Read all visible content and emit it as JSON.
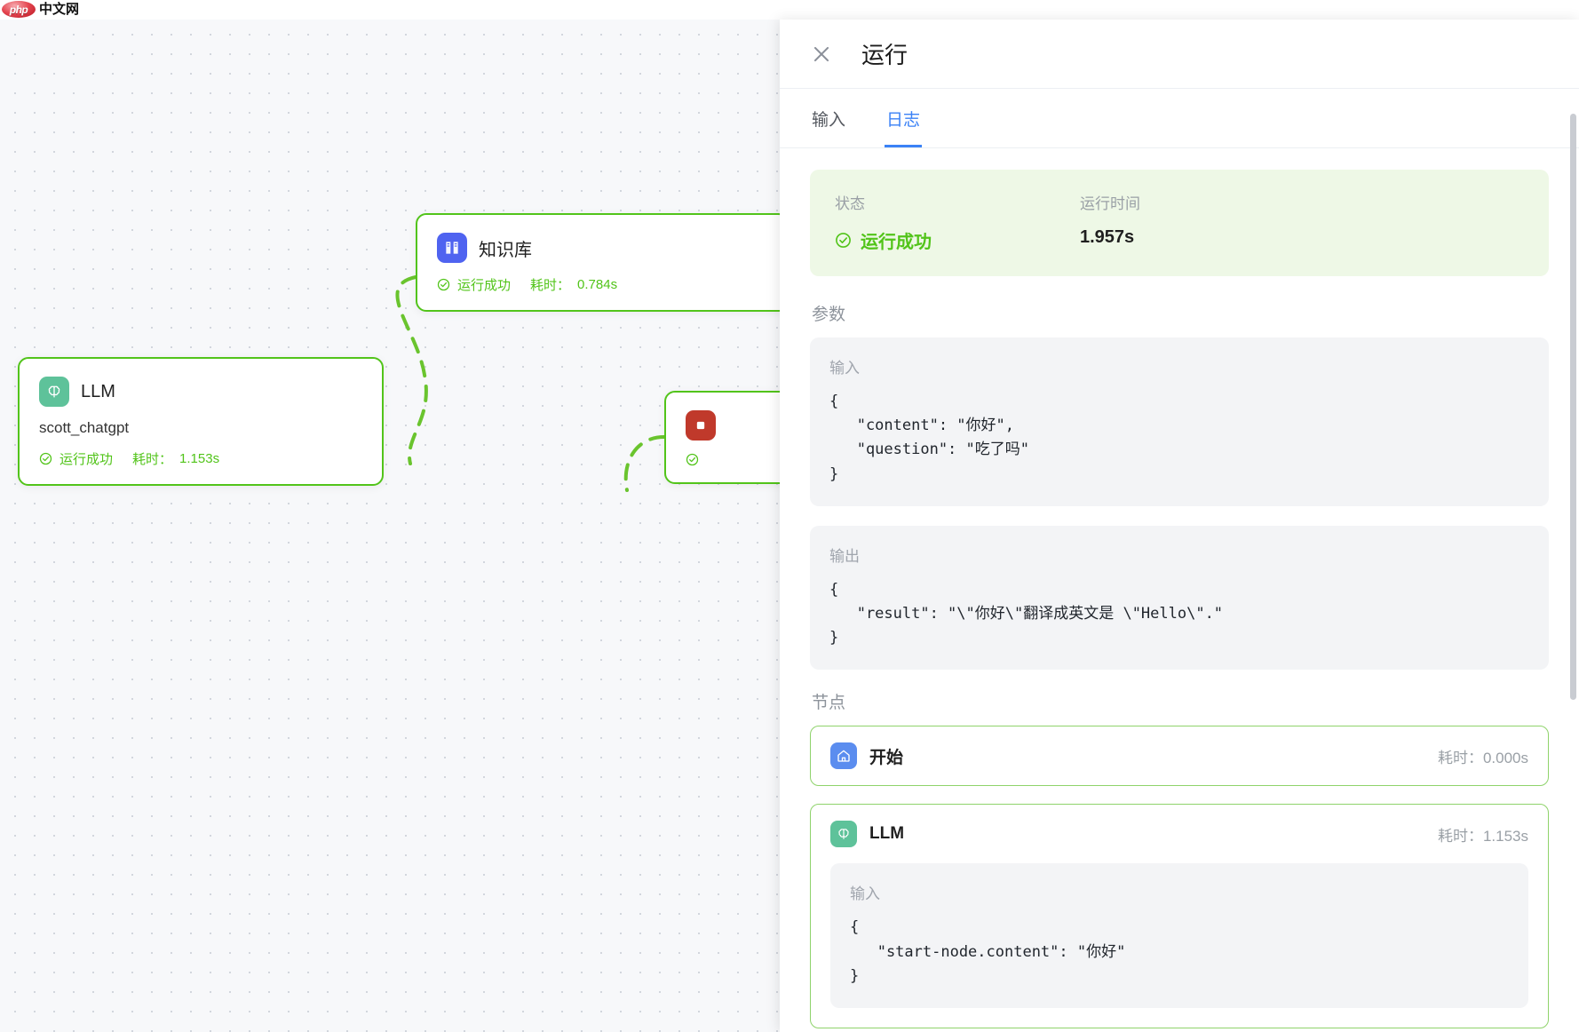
{
  "watermark": {
    "badge": "php",
    "text": "中文网"
  },
  "canvas": {
    "nodes": [
      {
        "id": "knowledge-base",
        "icon": "book-icon",
        "title": "知识库",
        "subtitle": "",
        "status": "运行成功",
        "time_label": "耗时：",
        "time": "0.784s"
      },
      {
        "id": "llm",
        "icon": "brain-icon",
        "title": "LLM",
        "subtitle": "scott_chatgpt",
        "status": "运行成功",
        "time_label": "耗时：",
        "time": "1.153s"
      },
      {
        "id": "partial-red",
        "icon": "stop-icon",
        "title": "",
        "subtitle": "",
        "status": "",
        "time_label": "",
        "time": ""
      }
    ]
  },
  "drawer": {
    "close_icon": "close-icon",
    "title": "运行",
    "tabs": [
      {
        "label": "输入",
        "active": false
      },
      {
        "label": "日志",
        "active": true
      }
    ],
    "status_card": {
      "status_label": "状态",
      "status_value": "运行成功",
      "status_icon": "check-circle-icon",
      "runtime_label": "运行时间",
      "runtime_value": "1.957s"
    },
    "params": {
      "section_label": "参数",
      "input_label": "输入",
      "input_code": "{\n   \"content\": \"你好\",\n   \"question\": \"吃了吗\"\n}",
      "output_label": "输出",
      "output_code": "{\n   \"result\": \"\\\"你好\\\"翻译成英文是 \\\"Hello\\\".\"\n}"
    },
    "nodes_section": {
      "section_label": "节点",
      "nodes": [
        {
          "icon": "home-icon",
          "title": "开始",
          "time_label": "耗时：",
          "time": "0.000s",
          "has_body": false,
          "input_label": "",
          "input_code": ""
        },
        {
          "icon": "brain-icon",
          "title": "LLM",
          "time_label": "耗时：",
          "time": "1.153s",
          "has_body": true,
          "input_label": "输入",
          "input_code": "{\n   \"start-node.content\": \"你好\"\n}"
        }
      ]
    }
  },
  "colors": {
    "success_green": "#52c41a",
    "accent_blue": "#3b82f6",
    "status_bg": "#eef8e6",
    "code_bg": "#f3f4f6"
  }
}
